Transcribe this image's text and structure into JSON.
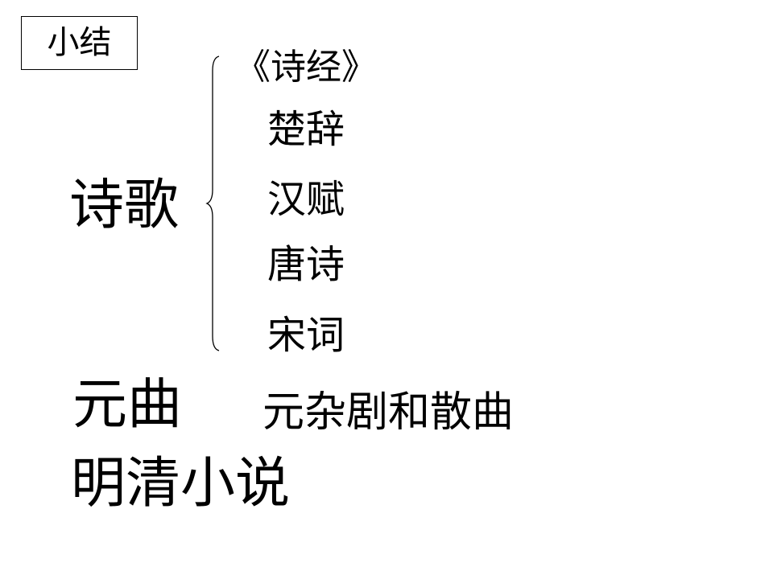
{
  "summary_box": {
    "label": "小结"
  },
  "poetry": {
    "heading": "诗歌",
    "items": [
      "《诗经》",
      "楚辞",
      "汉赋",
      "唐诗",
      "宋词"
    ]
  },
  "yuanqu": {
    "heading": "元曲",
    "note": "元杂剧和散曲"
  },
  "novels": {
    "heading": "明清小说"
  }
}
